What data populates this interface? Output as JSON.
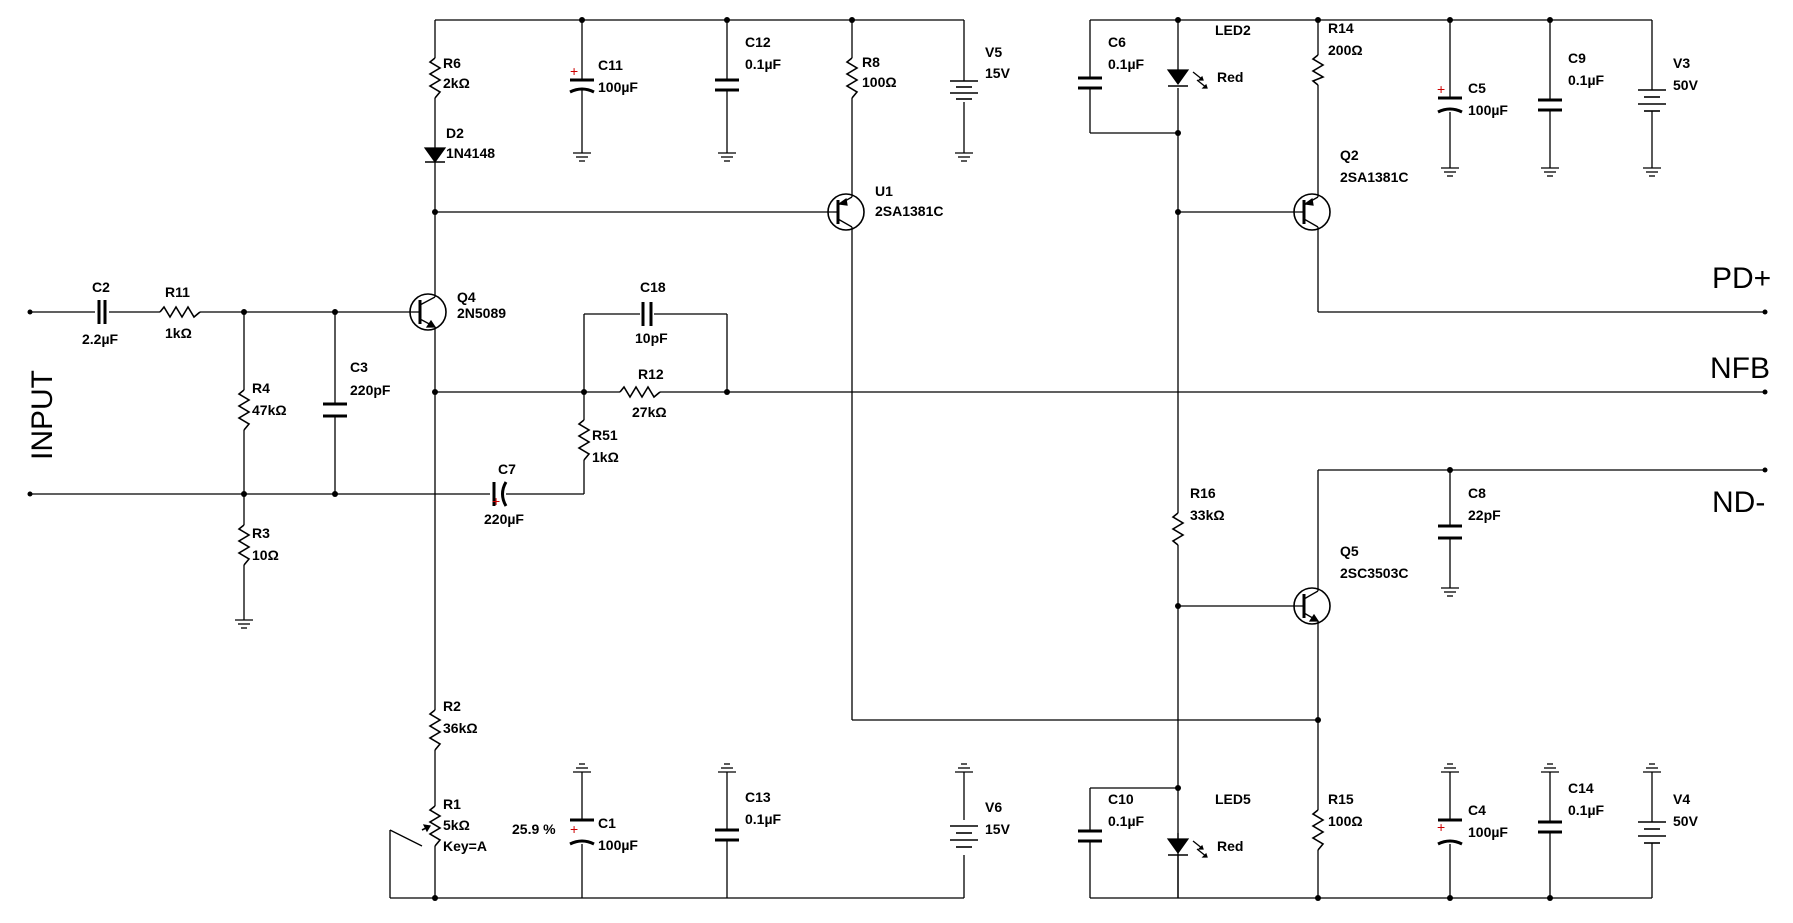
{
  "components": {
    "C2": {
      "ref": "C2",
      "value": "2.2µF"
    },
    "R11": {
      "ref": "R11",
      "value": "1kΩ"
    },
    "R4": {
      "ref": "R4",
      "value": "47kΩ"
    },
    "C3": {
      "ref": "C3",
      "value": "220pF"
    },
    "R3": {
      "ref": "R3",
      "value": "10Ω"
    },
    "Q4": {
      "ref": "Q4",
      "value": "2N5089"
    },
    "C18": {
      "ref": "C18",
      "value": "10pF"
    },
    "R12": {
      "ref": "R12",
      "value": "27kΩ"
    },
    "R51": {
      "ref": "R51",
      "value": "1kΩ"
    },
    "C7": {
      "ref": "C7",
      "value": "220µF"
    },
    "R6": {
      "ref": "R6",
      "value": "2kΩ"
    },
    "D2": {
      "ref": "D2",
      "value": "1N4148"
    },
    "C11": {
      "ref": "C11",
      "value": "100µF"
    },
    "C12": {
      "ref": "C12",
      "value": "0.1µF"
    },
    "R8": {
      "ref": "R8",
      "value": "100Ω"
    },
    "V5": {
      "ref": "V5",
      "value": "15V"
    },
    "U1": {
      "ref": "U1",
      "value": "2SA1381C"
    },
    "R2": {
      "ref": "R2",
      "value": "36kΩ"
    },
    "R1": {
      "ref": "R1",
      "value": "5kΩ",
      "key": "Key=A",
      "setting": "25.9 %"
    },
    "C1": {
      "ref": "C1",
      "value": "100µF"
    },
    "C13": {
      "ref": "C13",
      "value": "0.1µF"
    },
    "V6": {
      "ref": "V6",
      "value": "15V"
    },
    "C6": {
      "ref": "C6",
      "value": "0.1µF"
    },
    "LED2": {
      "ref": "LED2",
      "value": "Red"
    },
    "R14": {
      "ref": "R14",
      "value": "200Ω"
    },
    "C5": {
      "ref": "C5",
      "value": "100µF"
    },
    "C9": {
      "ref": "C9",
      "value": "0.1µF"
    },
    "V3": {
      "ref": "V3",
      "value": "50V"
    },
    "Q2": {
      "ref": "Q2",
      "value": "2SA1381C"
    },
    "R16": {
      "ref": "R16",
      "value": "33kΩ"
    },
    "C8": {
      "ref": "C8",
      "value": "22pF"
    },
    "Q5": {
      "ref": "Q5",
      "value": "2SC3503C"
    },
    "C10": {
      "ref": "C10",
      "value": "0.1µF"
    },
    "LED5": {
      "ref": "LED5",
      "value": "Red"
    },
    "R15": {
      "ref": "R15",
      "value": "100Ω"
    },
    "C4": {
      "ref": "C4",
      "value": "100µF"
    },
    "C14": {
      "ref": "C14",
      "value": "0.1µF"
    },
    "V4": {
      "ref": "V4",
      "value": "50V"
    }
  },
  "ports": {
    "input": "INPUT",
    "pd_plus": "PD+",
    "nfb": "NFB",
    "nd_minus": "ND-"
  },
  "polarity_mark": "+",
  "colors": {
    "wire": "#000000",
    "polarity": "#cc0000",
    "background": "#ffffff"
  }
}
